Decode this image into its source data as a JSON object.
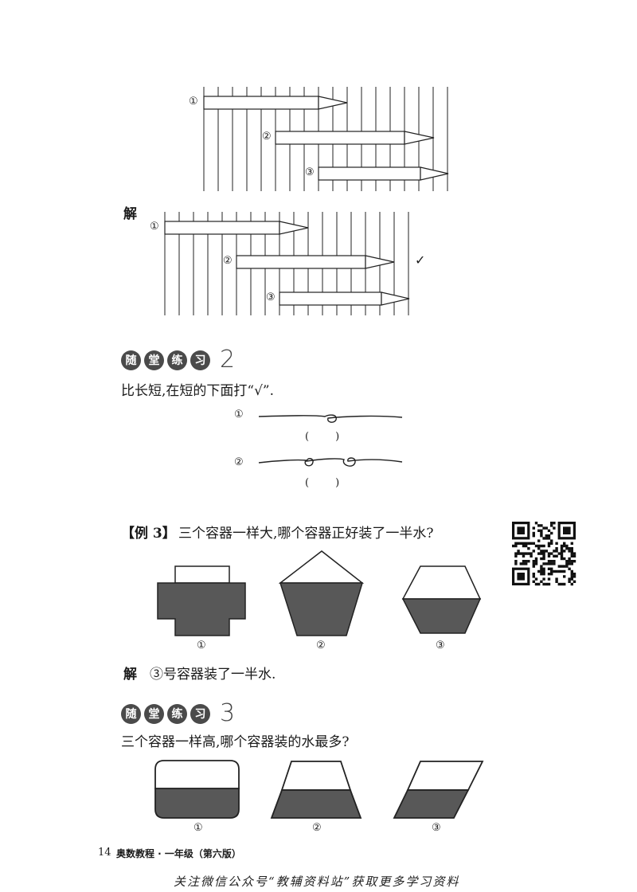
{
  "pencil_problem": {
    "labels": [
      "①",
      "②",
      "③"
    ]
  },
  "pencil_solution": {
    "jie_label": "解",
    "labels": [
      "①",
      "②",
      "③"
    ],
    "check_mark": "✓"
  },
  "practice2": {
    "badges": [
      "随",
      "堂",
      "练",
      "习"
    ],
    "number": "2",
    "question": "比长短,在短的下面打“√”.",
    "items": [
      {
        "label": "①",
        "paren": "(        )"
      },
      {
        "label": "②",
        "paren": "(        )"
      }
    ]
  },
  "example3": {
    "tag": "【例 3】",
    "question": "三个容器一样大,哪个容器正好装了一半水?",
    "labels": [
      "①",
      "②",
      "③"
    ],
    "jie_label": "解",
    "answer": "③号容器装了一半水."
  },
  "practice3": {
    "badges": [
      "随",
      "堂",
      "练",
      "习"
    ],
    "number": "3",
    "question": "三个容器一样高,哪个容器装的水最多?",
    "labels": [
      "①",
      "②",
      "③"
    ]
  },
  "footer": {
    "page_number": "14",
    "book_title": "奥数教程 · 一年级（第六版）",
    "watermark": "关注微信公众号“教辅资料站”获取更多学习资料"
  },
  "colors": {
    "water": "#585858",
    "ink": "#1a1a1a",
    "badge": "#4a4a4a"
  }
}
